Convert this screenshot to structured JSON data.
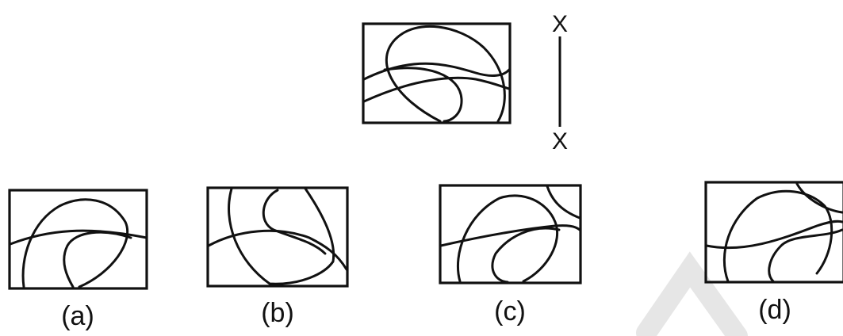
{
  "question_figure": {
    "mirror_line": {
      "top_marker": "X",
      "bottom_marker": "X"
    }
  },
  "options": [
    {
      "label": "(a)"
    },
    {
      "label": "(b)"
    },
    {
      "label": "(c)"
    },
    {
      "label": "(d)"
    }
  ],
  "colors": {
    "ink": "#111111",
    "background": "#ffffff",
    "watermark": "#e6e6e6"
  }
}
